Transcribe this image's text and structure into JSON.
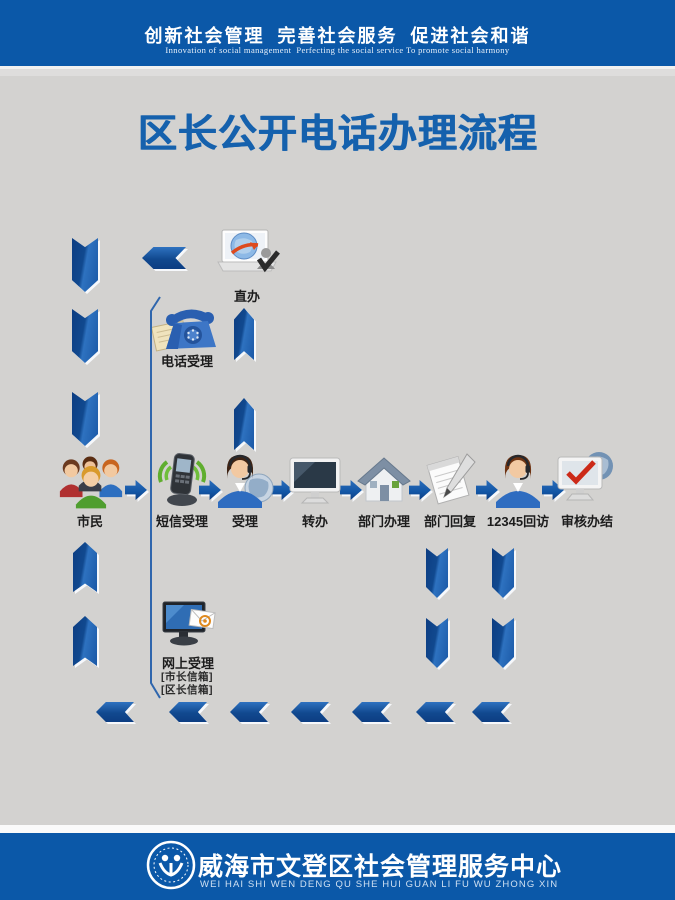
{
  "header": {
    "slogan_cn": "创新社会管理  完善社会服务  促进社会和谐",
    "slogan_en": "Innovation of social management  Perfecting the social service To promote social harmony"
  },
  "title": "区长公开电话办理流程",
  "nodes": {
    "zhiban": "直办",
    "dianhua_shouli": "电话受理",
    "shimin": "市民",
    "duanxin_shouli": "短信受理",
    "shouli": "受理",
    "zhuanban": "转办",
    "bumen_banli": "部门办理",
    "bumen_huifu": "部门回复",
    "huifang_12345": "12345回访",
    "shenhe_banjie": "审核办结",
    "wangshang_shouli": "网上受理",
    "mailbox_line1": "[市长信箱]",
    "mailbox_line2": "[区长信箱]"
  },
  "icons": {
    "shimin": "citizens-icon",
    "zhiban": "laptop-globe-icon",
    "dianhua_shouli": "telephone-icon",
    "duanxin_shouli": "mobile-phone-icon",
    "shouli": "operator-globe-icon",
    "zhuanban": "monitor-icon",
    "bumen_banli": "house-icon",
    "bumen_huifu": "notepad-pencil-icon",
    "huifang_12345": "operator-icon",
    "shenhe_banjie": "monitor-check-icon",
    "wangshang_shouli": "monitor-mail-icon",
    "footer_logo": "seal-logo-icon"
  },
  "footer": {
    "org_cn": "威海市文登区社会管理服务中心",
    "org_en": "WEI HAI SHI WEN DENG QU SHE HUI GUAN LI FU WU ZHONG XIN"
  },
  "colors": {
    "banner_blue": "#0b58a8",
    "background_gray": "#d3d2d0",
    "title_blue": "#1561ad",
    "arrow_dark_blue": "#0c3d82",
    "arrow_mid_blue": "#11498f",
    "arrow_highlight_blue": "#2e72c0",
    "label_black": "#1c1c1c"
  }
}
